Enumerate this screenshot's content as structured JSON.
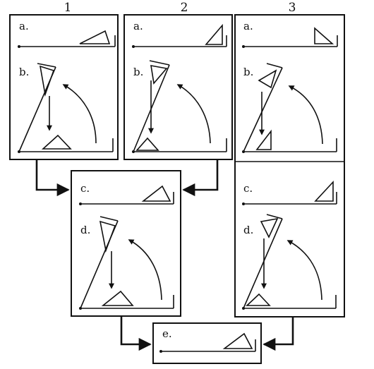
{
  "figure": {
    "columns": [
      {
        "id": "col1",
        "label": "1"
      },
      {
        "id": "col2",
        "label": "2"
      },
      {
        "id": "col3",
        "label": "3"
      }
    ],
    "steps": {
      "a": "a.",
      "b": "b.",
      "c": "c.",
      "d": "d.",
      "e": "e."
    }
  }
}
